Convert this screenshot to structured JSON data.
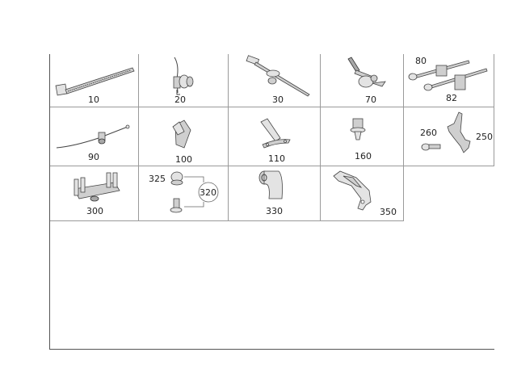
{
  "diagram": {
    "type": "parts-catalog-grid",
    "rows": [
      [
        {
          "id": "cell-10",
          "labels": [
            "10"
          ],
          "part": "cable-tie"
        },
        {
          "id": "cell-20",
          "labels": [
            "20"
          ],
          "part": "cable-tie-clip"
        },
        {
          "id": "cell-30",
          "labels": [
            "30"
          ],
          "part": "cable-tie-with-anchor"
        },
        {
          "id": "cell-70",
          "labels": [
            "70"
          ],
          "part": "edge-clip-with-tie"
        },
        {
          "id": "cell-80-82",
          "labels": [
            "80",
            "82"
          ],
          "part": "edge-clip-cable-ties"
        }
      ],
      [
        {
          "id": "cell-90",
          "labels": [
            "90"
          ],
          "part": "cable-tie-holder"
        },
        {
          "id": "cell-100",
          "labels": [
            "100"
          ],
          "part": "retaining-clip"
        },
        {
          "id": "cell-110",
          "labels": [
            "110"
          ],
          "part": "bracket"
        },
        {
          "id": "cell-160",
          "labels": [
            "160"
          ],
          "part": "expanding-clip"
        },
        {
          "id": "cell-250-260",
          "labels": [
            "260",
            "250"
          ],
          "part": "bracket-with-bolt"
        }
      ],
      [
        {
          "id": "cell-300",
          "labels": [
            "300"
          ],
          "part": "cable-holder-frame"
        },
        {
          "id": "cell-320",
          "labels": [
            "325",
            "320"
          ],
          "part": "nut-and-bolt-set"
        },
        {
          "id": "cell-330",
          "labels": [
            "330"
          ],
          "part": "adhesive-tape-roll"
        },
        {
          "id": "cell-350",
          "labels": [
            "350"
          ],
          "part": "support-bracket"
        }
      ]
    ]
  },
  "labels": {
    "p10": "10",
    "p20": "20",
    "p30": "30",
    "p70": "70",
    "p80": "80",
    "p82": "82",
    "p90": "90",
    "p100": "100",
    "p110": "110",
    "p160": "160",
    "p260": "260",
    "p250": "250",
    "p300": "300",
    "p325": "325",
    "p320": "320",
    "p330": "330",
    "p350": "350"
  },
  "colors": {
    "grid_line": "#9a9a9a",
    "frame_line": "#555555",
    "part_fill": "#cfcfcf",
    "part_stroke": "#444444"
  }
}
